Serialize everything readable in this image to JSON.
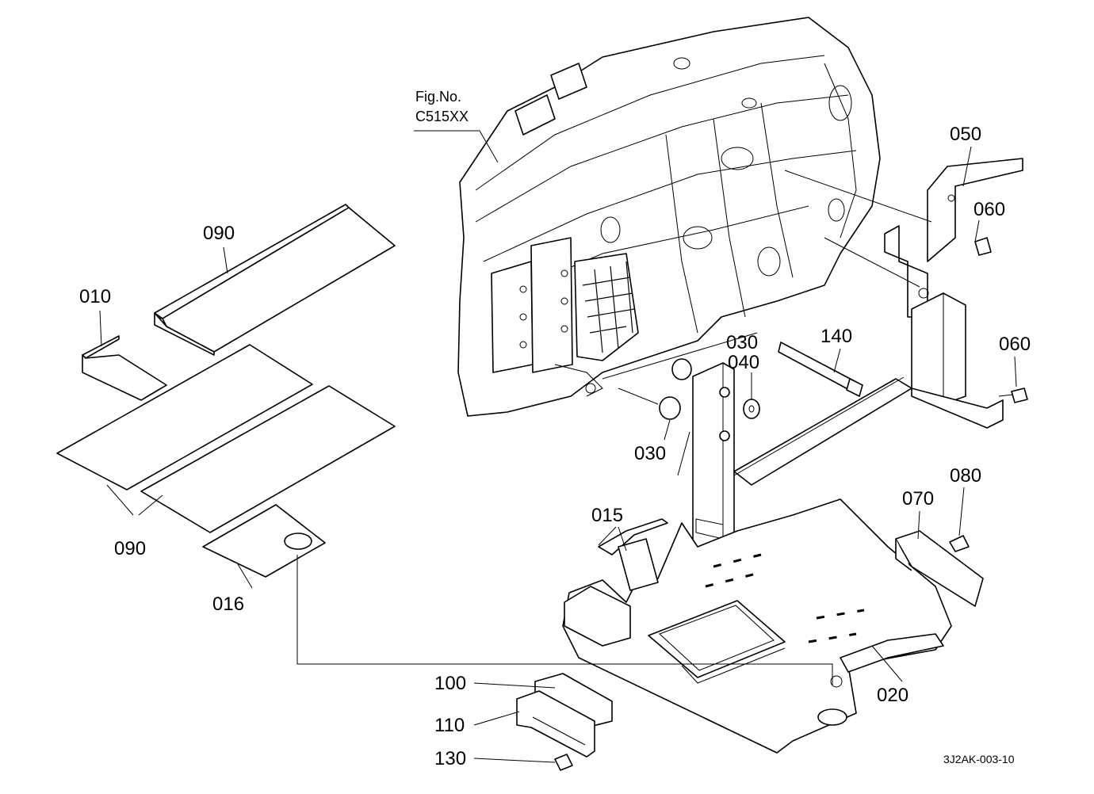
{
  "figure_ref": {
    "line1": "Fig.No.",
    "line2": "C515XX"
  },
  "drawing_code": "3J2AK-003-10",
  "callouts": {
    "p090_top": "090",
    "p010": "010",
    "p090_bottom": "090",
    "p016": "016",
    "p050": "050",
    "p060_top": "060",
    "p060_mid": "060",
    "p030_upper": "030",
    "p040": "040",
    "p140": "140",
    "p030_lower": "030",
    "p015": "015",
    "p070": "070",
    "p080": "080",
    "p020": "020",
    "p100": "100",
    "p110": "110",
    "p130": "130"
  }
}
